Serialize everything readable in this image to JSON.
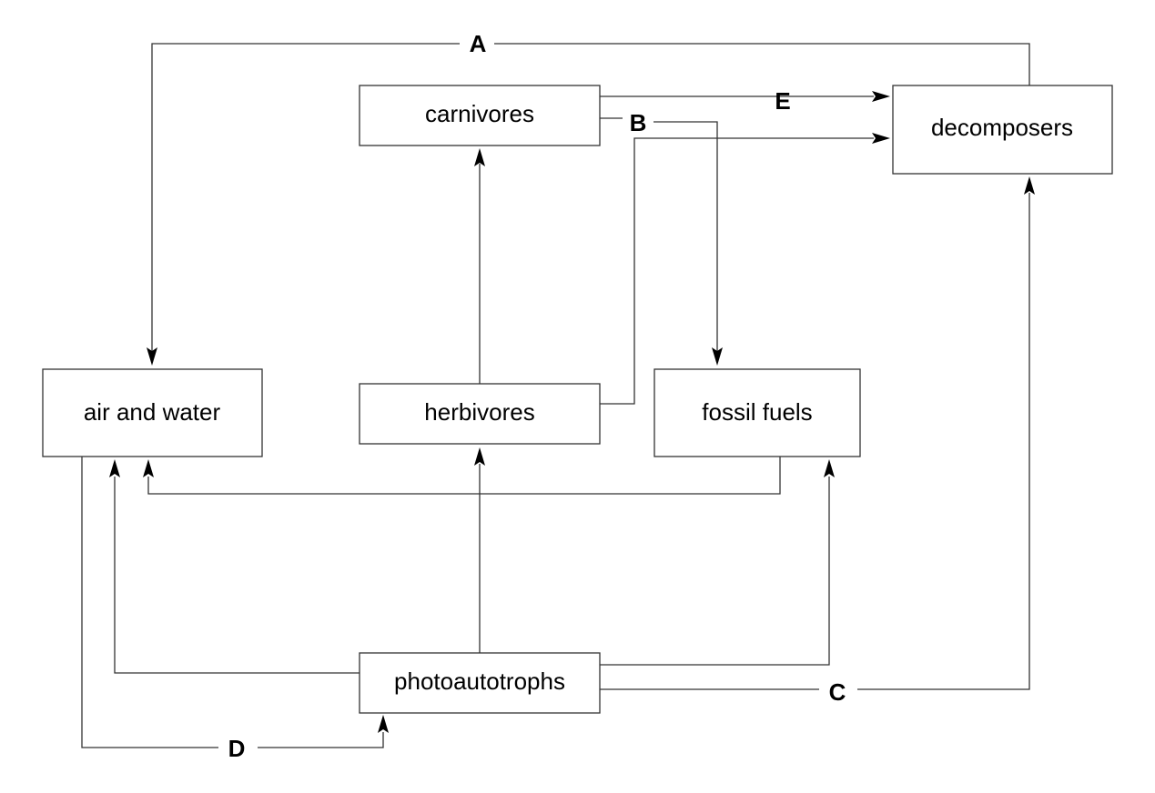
{
  "nodes": {
    "carnivores": "carnivores",
    "decomposers": "decomposers",
    "air_and_water": "air and water",
    "herbivores": "herbivores",
    "fossil_fuels": "fossil fuels",
    "photoautotrophs": "photoautotrophs"
  },
  "labels": {
    "a": "A",
    "b": "B",
    "c": "C",
    "d": "D",
    "e": "E"
  },
  "colors": {
    "line": "#333333",
    "text": "#000000",
    "background": "#ffffff"
  }
}
